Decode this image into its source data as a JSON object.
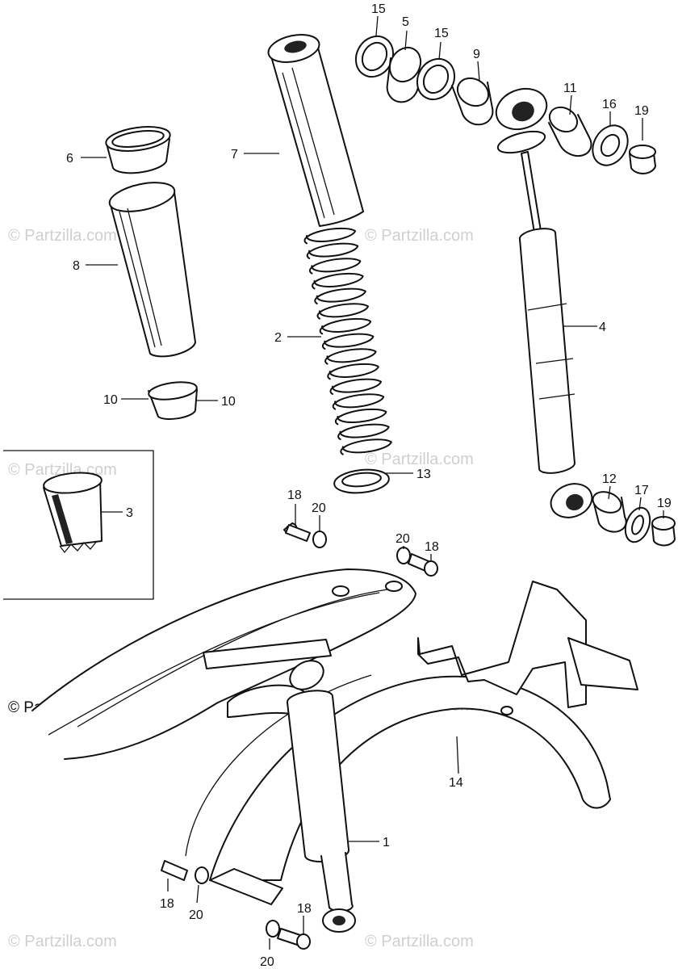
{
  "watermark": "© Partzilla.com",
  "callouts": {
    "c15a": "15",
    "c5": "5",
    "c15b": "15",
    "c9": "9",
    "c11": "11",
    "c16": "16",
    "c19a": "19",
    "c6": "6",
    "c7": "7",
    "c8": "8",
    "c2": "2",
    "c4": "4",
    "c10a": "10",
    "c10b": "10",
    "c13": "13",
    "c3": "3",
    "c12": "12",
    "c17": "17",
    "c19b": "19",
    "c18a": "18",
    "c20a": "20",
    "c20b": "20",
    "c18b": "18",
    "c14": "14",
    "c1": "1",
    "c18c": "18",
    "c20c": "20",
    "c18d": "18",
    "c20d": "20"
  }
}
